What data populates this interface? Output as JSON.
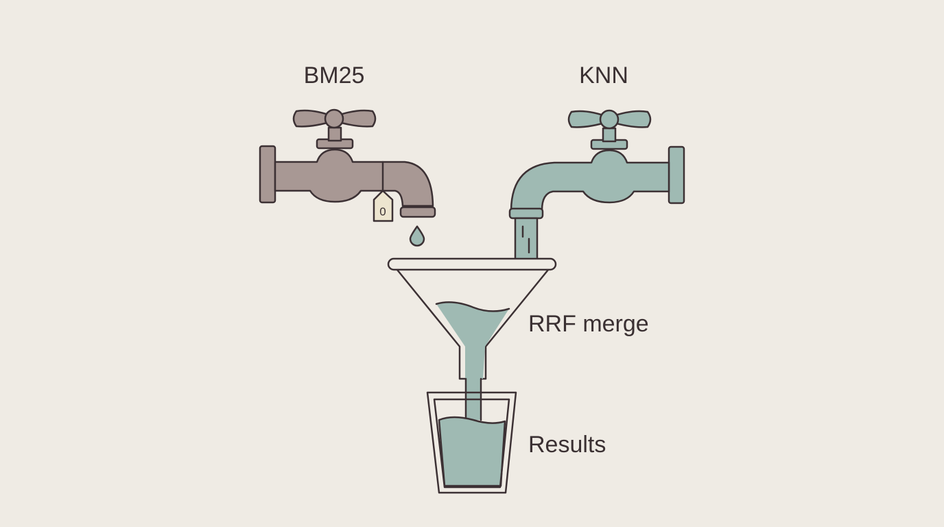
{
  "labels": {
    "left_source": "BM25",
    "right_source": "KNN",
    "merge": "RRF merge",
    "output": "Results",
    "tag": "0"
  },
  "colors": {
    "background": "#efebe4",
    "left_tap": "#a89894",
    "right_tap": "#9fbab3",
    "water": "#9fbab3",
    "tag_fill": "#ede5cf",
    "outline": "#3c3134",
    "text": "#3a3032"
  },
  "icons": {
    "left": "faucet-icon",
    "right": "faucet-icon",
    "funnel": "funnel-icon",
    "glass": "glass-icon",
    "drop": "water-drop-icon"
  }
}
